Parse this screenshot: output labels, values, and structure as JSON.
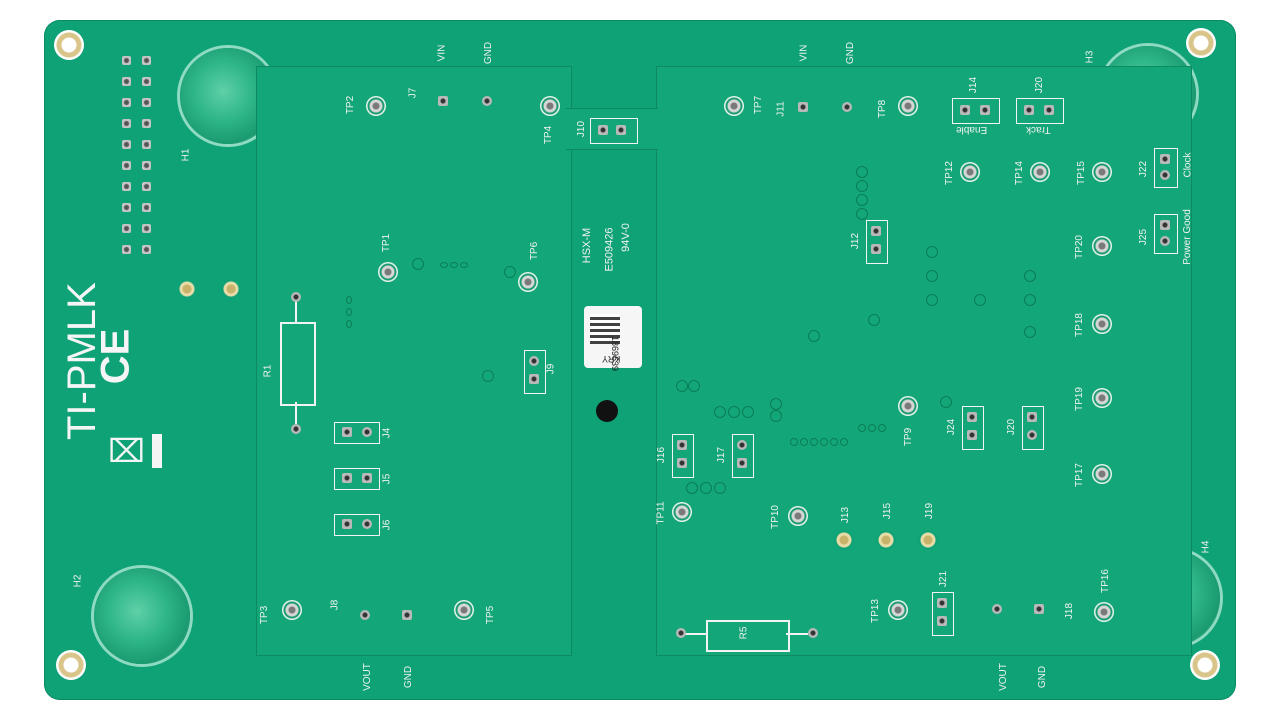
{
  "board": {
    "brand": "TI-PMLK",
    "ce": "CE",
    "weee": "⌧",
    "mounting_holes": [
      "H1",
      "H2",
      "H3",
      "H4"
    ],
    "colors": {
      "pcb": "#0ea276",
      "silkscreen": "#f2f2f2"
    }
  },
  "label": {
    "code": "1869639",
    "vendor": "KRY"
  },
  "ul_marking": [
    "HSX-M",
    "E509426",
    "94V-0"
  ],
  "left": {
    "top_labels": {
      "vin": "VIN",
      "gnd": "GND"
    },
    "bottom_labels": {
      "vout": "VOUT",
      "gnd": "GND"
    },
    "refs": {
      "tp1": "TP1",
      "tp2": "TP2",
      "tp3": "TP3",
      "tp4": "TP4",
      "tp5": "TP5",
      "tp6": "TP6",
      "j4": "J4",
      "j5": "J5",
      "j6": "J6",
      "j7": "J7",
      "j8": "J8",
      "j9": "J9",
      "j10": "J10",
      "r1": "R1"
    }
  },
  "right": {
    "top_labels": {
      "vin": "VIN",
      "gnd": "GND"
    },
    "bottom_labels": {
      "vout": "VOUT",
      "gnd": "GND"
    },
    "refs": {
      "tp7": "TP7",
      "tp8": "TP8",
      "tp9": "TP9",
      "tp10": "TP10",
      "tp11": "TP11",
      "tp12": "TP12",
      "tp13": "TP13",
      "tp14": "TP14",
      "tp15": "TP15",
      "tp16": "TP16",
      "tp17": "TP17",
      "tp18": "TP18",
      "tp19": "TP19",
      "tp20": "TP20",
      "j11": "J11",
      "j12": "J12",
      "j13": "J13",
      "j14": "J14",
      "j15": "J15",
      "j16": "J16",
      "j17": "J17",
      "j18": "J18",
      "j19": "J19",
      "j20": "J20",
      "j20b": "J20",
      "j21": "J21",
      "j22": "J22",
      "j24": "J24",
      "j25": "J25",
      "r5": "R5"
    },
    "functions": {
      "enable": "Enable",
      "track": "Track",
      "clock": "Clock",
      "power_good": "Power Good"
    }
  }
}
